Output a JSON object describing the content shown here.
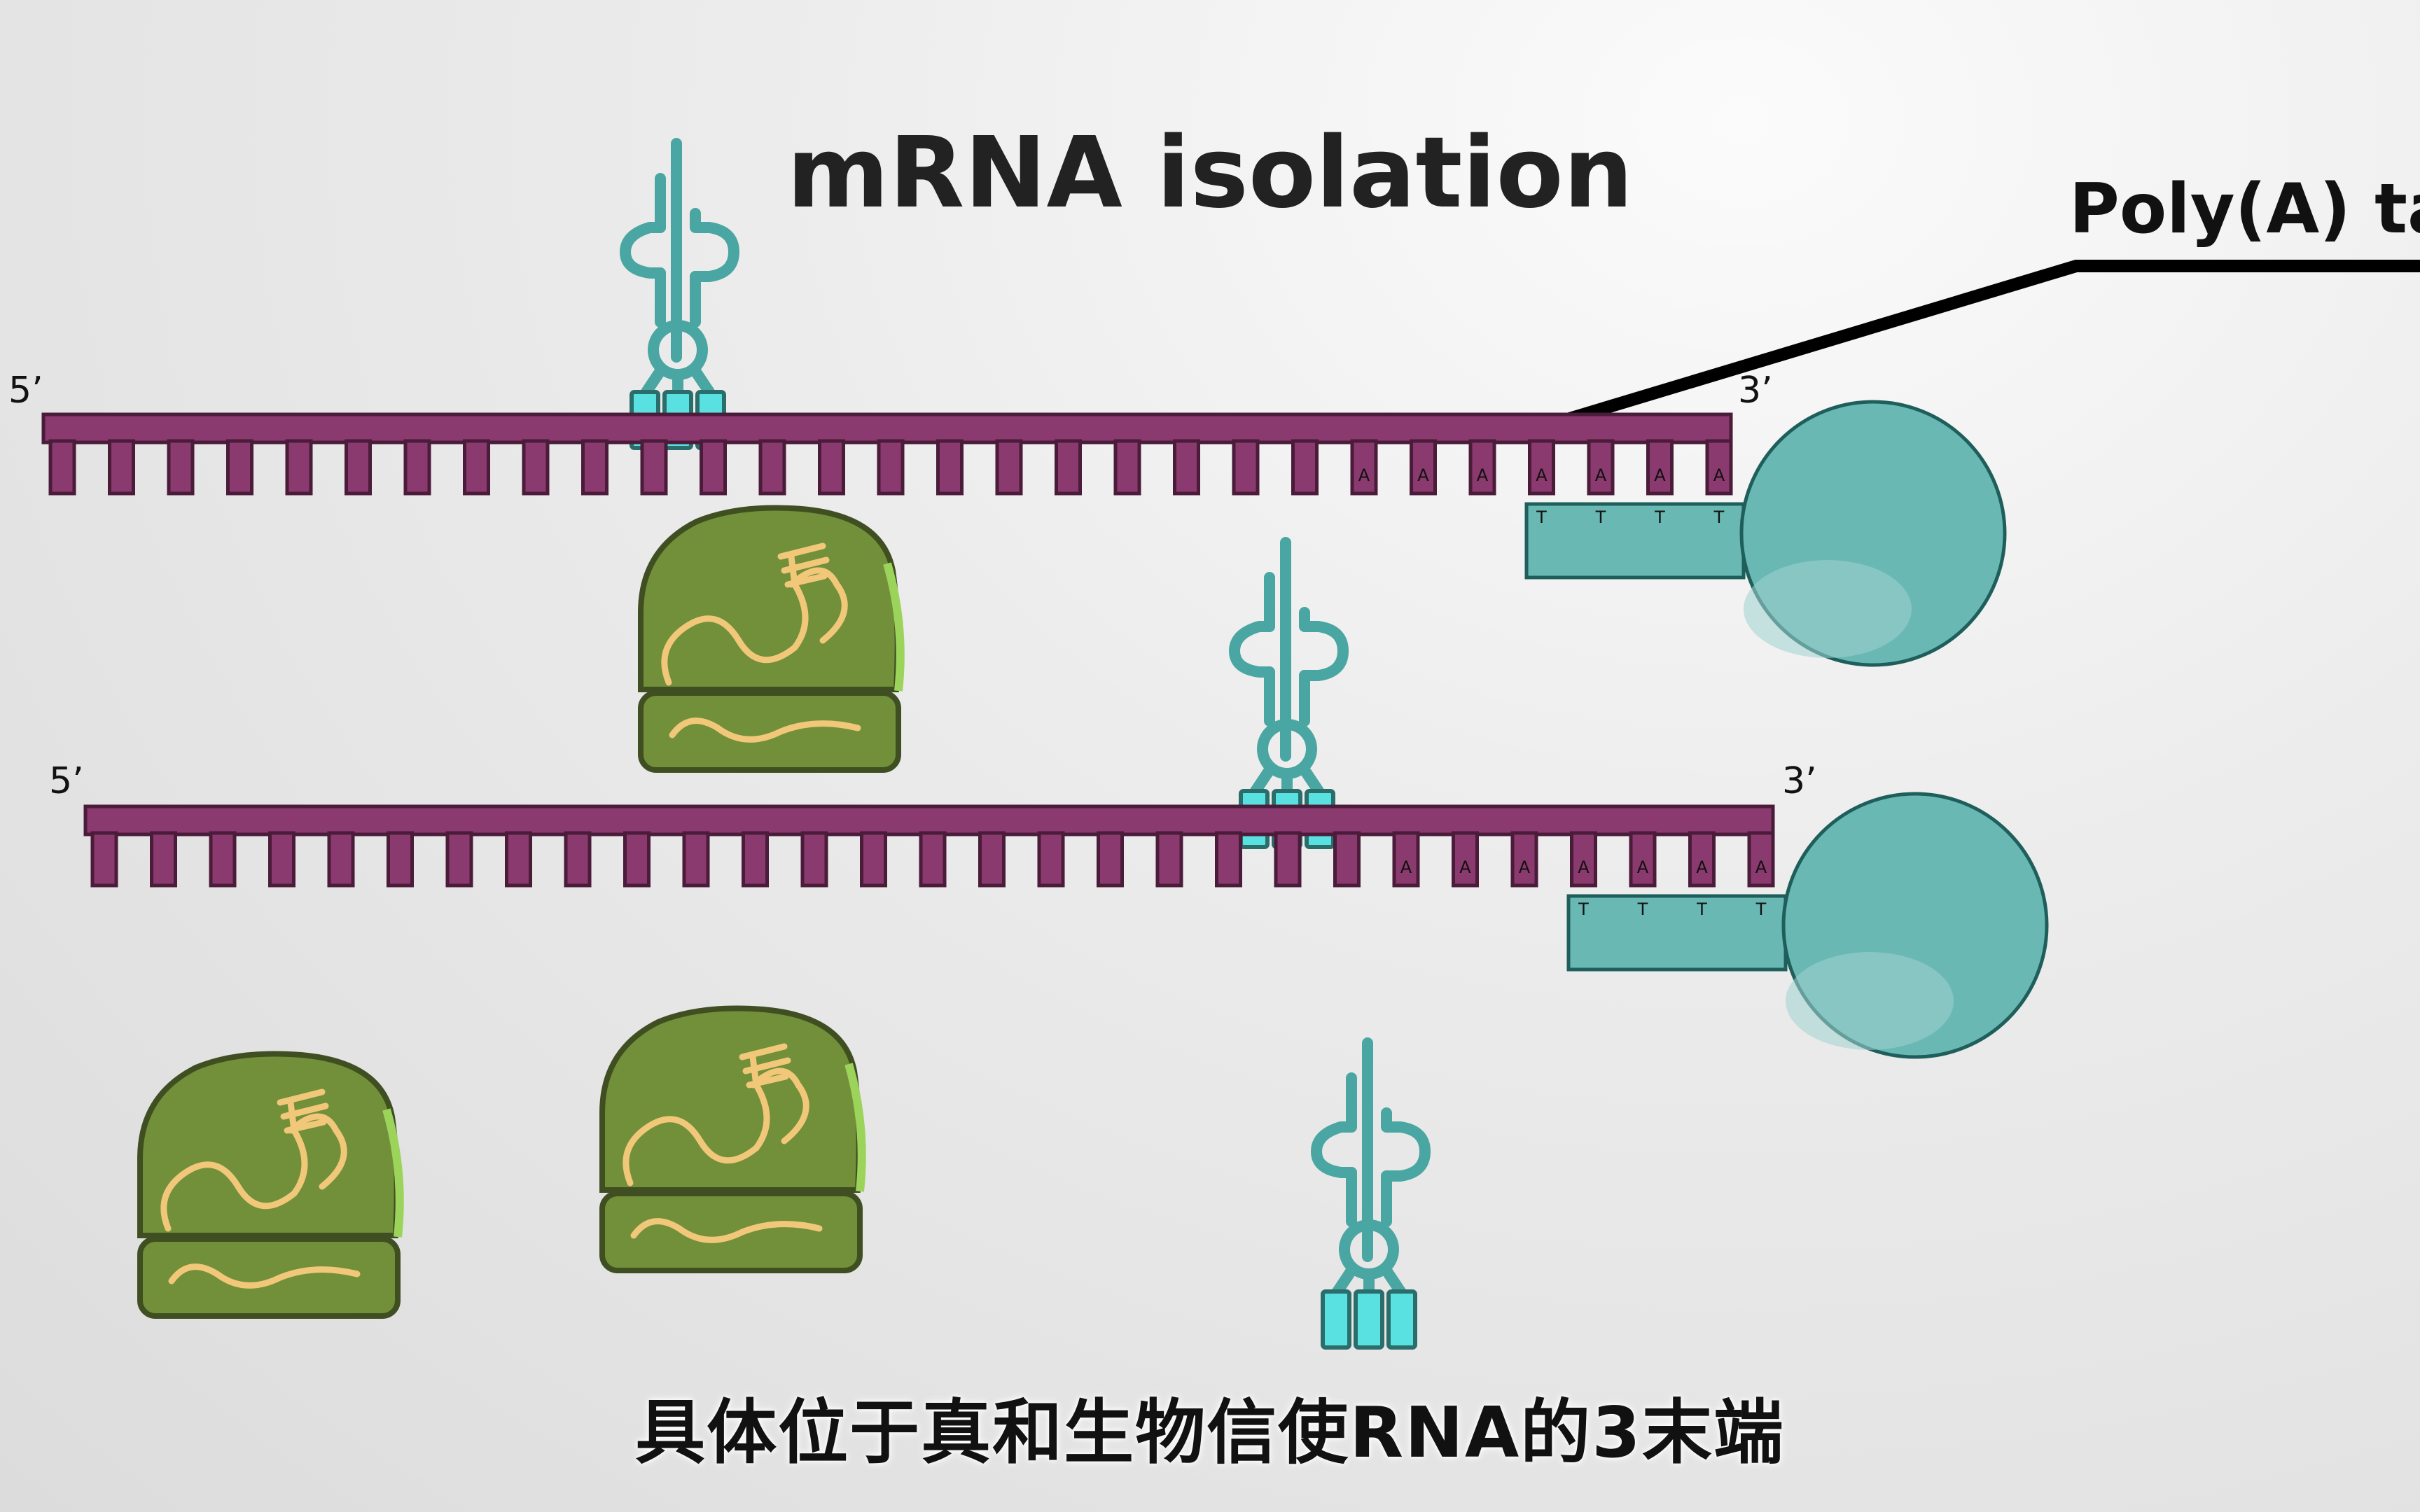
{
  "title": "mRNA isolation",
  "callout_label": "Poly(A) tail",
  "strand_top": {
    "five_prime": "5’",
    "three_prime": "3’"
  },
  "strand_bottom": {
    "five_prime": "5’",
    "three_prime": "3’"
  },
  "base_a": "A",
  "base_t": "T",
  "subtitle": "具体位于真和生物信使RNA的3末端",
  "colors": {
    "mrna": "#8a3a6e",
    "bead": "#6ab8b3",
    "ribosome": "#6e8a3a",
    "trna": "#5fb8b4",
    "ribosome_rna": "#f1c77a"
  }
}
